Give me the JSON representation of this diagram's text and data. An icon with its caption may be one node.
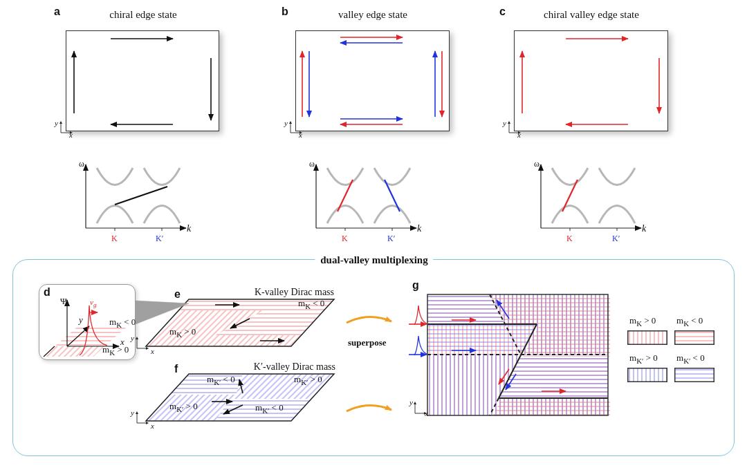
{
  "diagram": {
    "nodes": [
      {
        "text": [
          "chiral edge state"
        ]
      },
      {
        "text": [
          "valley edge state"
        ]
      },
      {
        "text": [
          "chiral valley edge state"
        ]
      },
      {
        "text": [
          "dual-valley multiplexing"
        ]
      },
      {
        "text": [
          "d",
          "Ψ",
          "v$_{g}$",
          "y",
          "m$_{K}$ < 0",
          "x",
          "m$_{K}$ > 0"
        ],
        "in": 3
      },
      {
        "text": [
          "K-valley Dirac mass",
          "m$_{K}$ < 0",
          "m$_{K}$ > 0"
        ],
        "in": 3
      },
      {
        "text": [
          "K′-valley Dirac mass",
          "m$_{K′}$ < 0",
          "m$_{K′}$ > 0",
          "m$_{K′}$ > 0",
          "m$_{K′}$ < 0"
        ],
        "in": 3
      },
      {
        "text": [],
        "shape": "box",
        "in": 3
      }
    ],
    "edges": [
      {
        "from": 4,
        "to": 5,
        "arrow": "none",
        "color": "#a0a0a0"
      },
      {
        "from": 5,
        "to": 7,
        "arrow": "to"
      },
      {
        "from": 6,
        "to": 7,
        "arrow": "to"
      }
    ],
    "labels": [
      "a",
      "y",
      "x",
      "ω",
      "k",
      "K",
      "K′",
      "b",
      "y",
      "x",
      "ω",
      "k",
      "K",
      "K′",
      "c",
      "y",
      "x",
      "ω",
      "k",
      "K",
      "K′",
      "e",
      "y",
      "x",
      "f",
      "y",
      "x",
      "superpose",
      "g",
      "y",
      "x"
    ],
    "legend": [
      {
        "text": "m$_{K}$ > 0"
      },
      {
        "text": "m$_{K}$ < 0"
      },
      {
        "text": "m$_{K′}$ > 0"
      },
      {
        "text": "m$_{K′}$ < 0"
      }
    ]
  }
}
